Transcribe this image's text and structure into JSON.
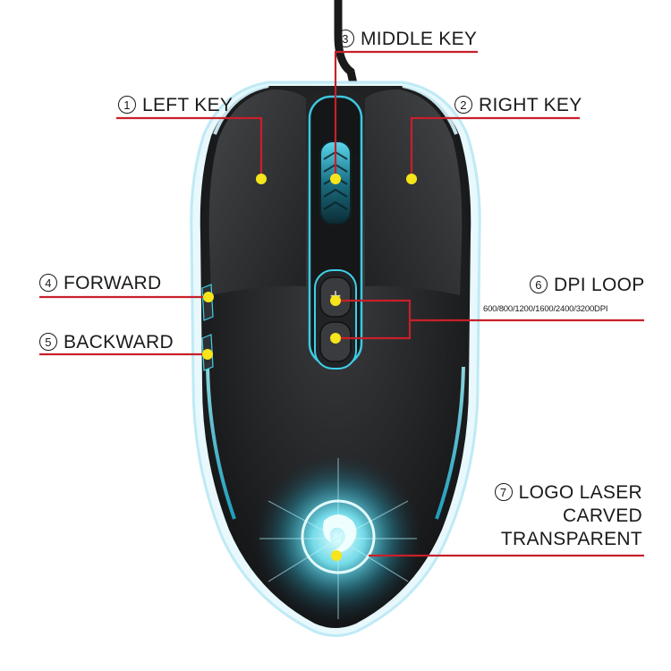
{
  "callouts": {
    "left_key": {
      "num": "1",
      "label": "LEFT KEY"
    },
    "right_key": {
      "num": "2",
      "label": "RIGHT KEY"
    },
    "middle_key": {
      "num": "3",
      "label": "MIDDLE KEY"
    },
    "forward": {
      "num": "4",
      "label": "FORWARD"
    },
    "backward": {
      "num": "5",
      "label": "BACKWARD"
    },
    "dpi_loop": {
      "num": "6",
      "label": "DPI LOOP",
      "range": "600/800/1200/1600/2400/3200DPI"
    },
    "logo": {
      "num": "7",
      "line1": "LOGO LASER",
      "line2": "CARVED",
      "line3": "TRANSPARENT"
    }
  },
  "dpi_buttons": {
    "plus": "+",
    "minus": "−"
  },
  "colors": {
    "leader_line": "#c8202a",
    "marker_dot": "#f5e51a",
    "glow": "#5fe7ff",
    "mouse_body": "#1c1d1f"
  }
}
